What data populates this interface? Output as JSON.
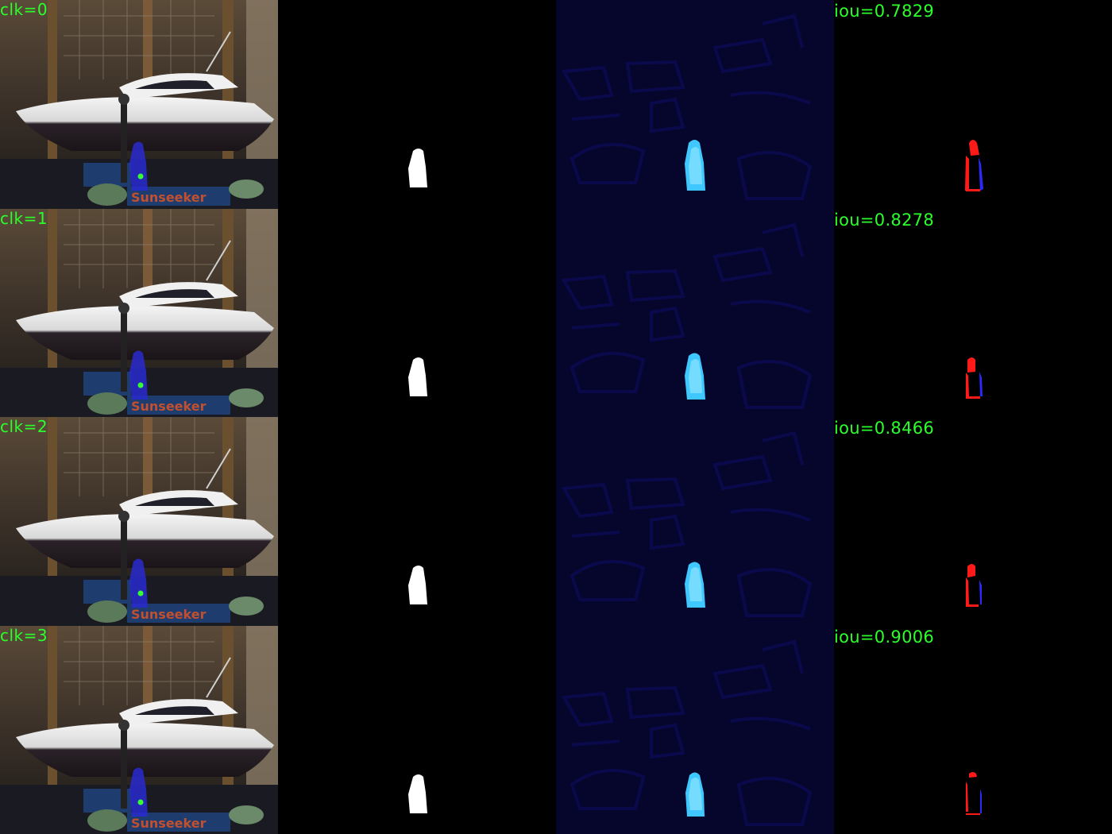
{
  "rows": [
    {
      "click_label": "clk=0",
      "iou_label": "iou=0.7829",
      "brand_text": "Sunseeker"
    },
    {
      "click_label": "clk=1",
      "iou_label": "iou=0.8278",
      "brand_text": "Sunseeker"
    },
    {
      "click_label": "clk=2",
      "iou_label": "iou=0.8466",
      "brand_text": "Sunseeker"
    },
    {
      "click_label": "clk=3",
      "iou_label": "iou=0.9006",
      "brand_text": "Sunseeker"
    }
  ],
  "colors": {
    "label_green": "#2bff2b",
    "mask_white": "#ffffff",
    "heat_blue_dim": "#0a0a5a",
    "heat_blue_bright": "#3fc8ff",
    "error_red": "#ff1a1a",
    "error_blue": "#2a2aff",
    "click_point_green": "#33ff33",
    "person_overlay_blue": "#2a2ad0"
  }
}
